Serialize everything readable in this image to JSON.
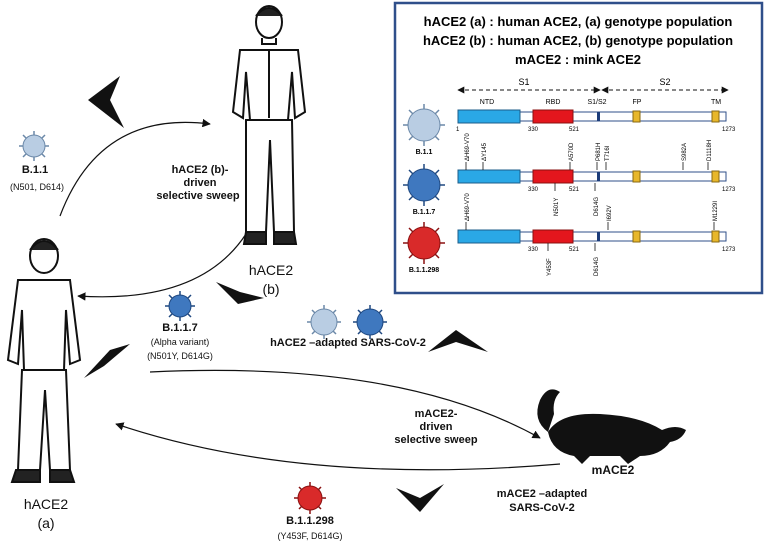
{
  "legend": {
    "line1": "hACE2 (a) : human ACE2, (a) genotype population",
    "line2": "hACE2 (b) : human ACE2, (b) genotype population",
    "line3": "mACE2  : mink ACE2"
  },
  "domains": {
    "s1": "S1",
    "s2": "S2",
    "ntd": "NTD",
    "rbd": "RBD",
    "s1s2": "S1/S2",
    "fp": "FP",
    "tm": "TM",
    "start": "1",
    "rbd_start": "330",
    "rbd_end": "521",
    "end": "1273"
  },
  "variants_panel": [
    {
      "name": "B.1.1",
      "mutations": []
    },
    {
      "name": "B.1.1.7",
      "mutations": [
        "ΔH69-V70",
        "ΔY145",
        "N501Y",
        "A570D",
        "D614G",
        "P681H",
        "T716I",
        "S982A",
        "D1118H"
      ]
    },
    {
      "name": "B.1.1.298",
      "mutations": [
        "ΔH69-V70",
        "Y453F",
        "D614G",
        "I692V",
        "M1229I"
      ]
    }
  ],
  "main": {
    "b11_name": "B.1.1",
    "b11_muts": "(N501, D614)",
    "hb_sweep_1": "hACE2 (b)-",
    "hb_sweep_2": "driven",
    "hb_sweep_3": "selective sweep",
    "hb_label_1": "hACE2",
    "hb_label_2": "(b)",
    "b117_name": "B.1.1.7",
    "b117_alpha": "(Alpha variant)",
    "b117_muts": "(N501Y, D614G)",
    "hadapted": "hACE2 –adapted  SARS-CoV-2",
    "m_sweep_1": "mACE2-",
    "m_sweep_2": "driven",
    "m_sweep_3": "selective sweep",
    "mace2": "mACE2",
    "madapted_1": "mACE2 –adapted",
    "madapted_2": "SARS-CoV-2",
    "ha_label_1": "hACE2",
    "ha_label_2": "(a)",
    "b298_name": "B.1.1.298",
    "b298_muts": "(Y453F, D614G)"
  },
  "colors": {
    "legend_border": "#2f4f8a",
    "ntd": "#2aa8e6",
    "rbd": "#e4161d",
    "fp_tm": "#e8b72a",
    "virus_b11": "#b9cde3",
    "virus_b117": "#3f78bf",
    "virus_b298": "#d92a2a"
  }
}
